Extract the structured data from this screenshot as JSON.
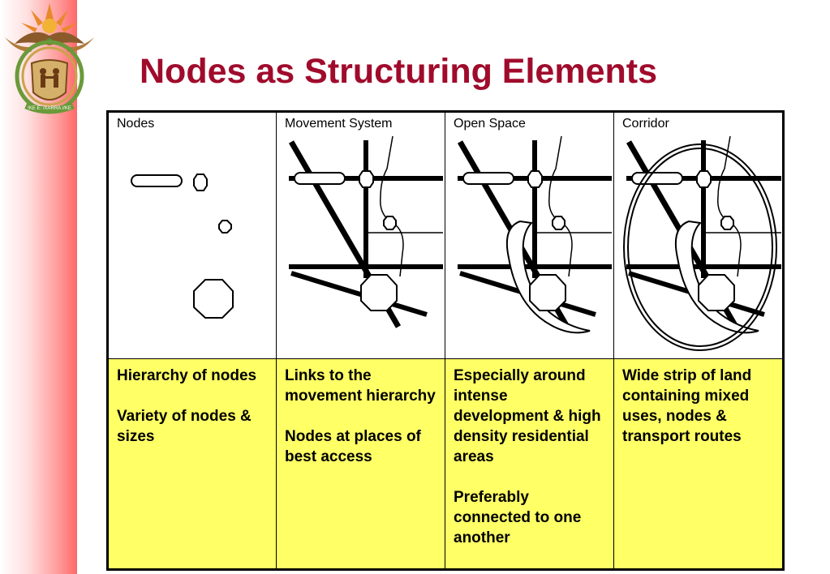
{
  "slide": {
    "title": "Nodes as Structuring Elements",
    "emblem_motto": "!KE E: /XARRA //KE"
  },
  "table": {
    "headers": [
      "Nodes",
      "Movement System",
      "Open Space",
      "Corridor"
    ],
    "descriptions": [
      [
        "Hierarchy of nodes",
        "Variety of nodes & sizes"
      ],
      [
        "Links to the movement hierarchy",
        "Nodes at places of best access"
      ],
      [
        "Especially around intense development & high density residential areas",
        "Preferably connected to one another"
      ],
      [
        "Wide strip of land containing mixed uses, nodes & transport routes"
      ]
    ]
  },
  "colors": {
    "title": "#a00b2c",
    "description_row": "#ffff66",
    "sidebar_gradient_end": "#ff6868"
  }
}
